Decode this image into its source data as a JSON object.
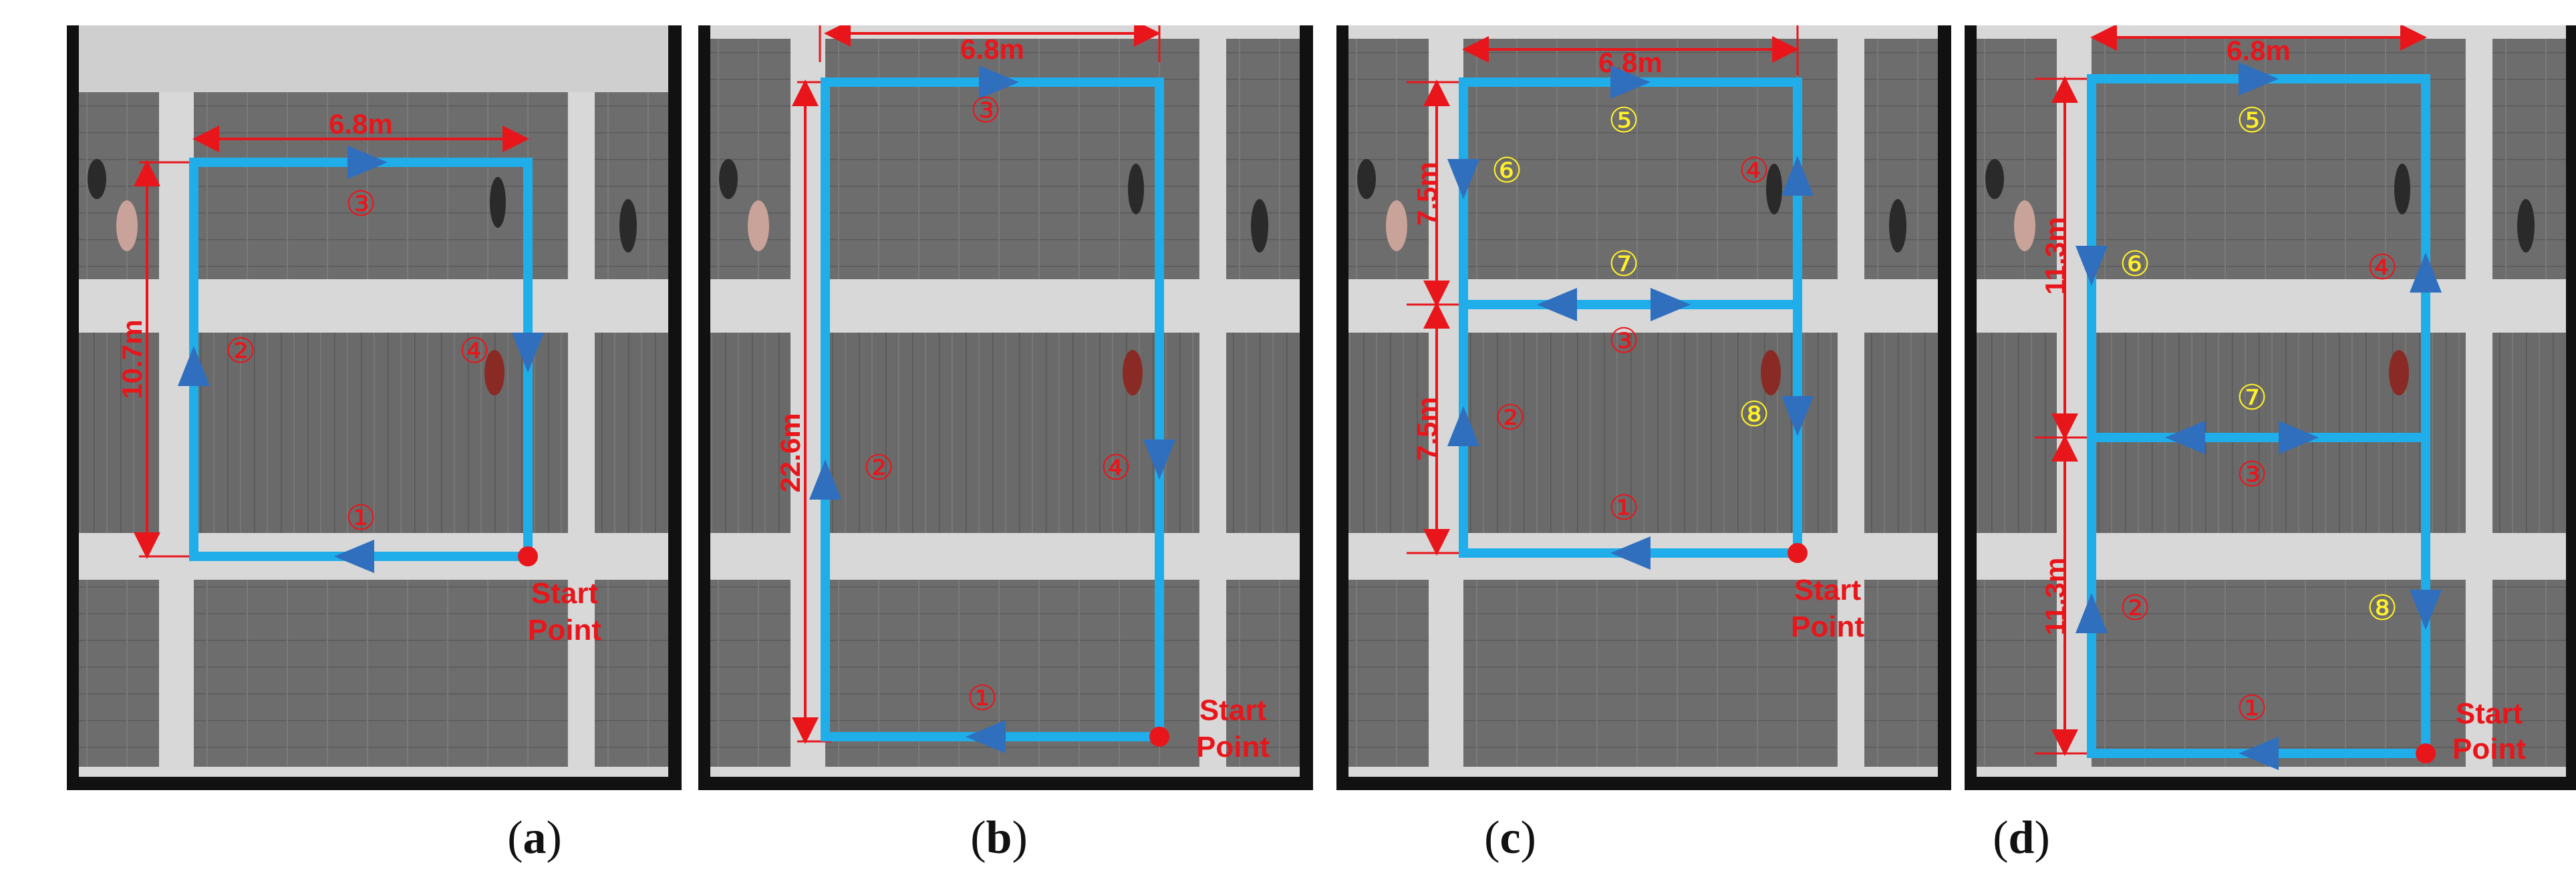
{
  "colors": {
    "path": "#1faee9",
    "arrow": "#2f6fbe",
    "marker": "#e8161b",
    "label_red": "#e8161b",
    "label_yellow": "#ffef2a"
  },
  "start_label_line1": "Start",
  "start_label_line2": "Point",
  "panels": [
    {
      "caption_open": "(",
      "caption_letter": "a",
      "caption_close": ")",
      "width_label": "6.8m",
      "height_labels": [
        "10.7m"
      ],
      "segment_labels": [
        "①",
        "②",
        "③",
        "④"
      ]
    },
    {
      "caption_open": "(",
      "caption_letter": "b",
      "caption_close": ")",
      "width_label": "6.8m",
      "height_labels": [
        "22.6m"
      ],
      "segment_labels": [
        "①",
        "②",
        "③",
        "④"
      ]
    },
    {
      "caption_open": "(",
      "caption_letter": "c",
      "caption_close": ")",
      "width_label": "6.8m",
      "height_labels": [
        "7.5m",
        "7.5m"
      ],
      "segment_labels": [
        "①",
        "②",
        "③",
        "④",
        "⑤",
        "⑥",
        "⑦",
        "⑧"
      ]
    },
    {
      "caption_open": "(",
      "caption_letter": "d",
      "caption_close": ")",
      "width_label": "6.8m",
      "height_labels": [
        "11.3m",
        "11.3m"
      ],
      "segment_labels": [
        "①",
        "②",
        "③",
        "④",
        "⑤",
        "⑥",
        "⑦",
        "⑧"
      ]
    }
  ]
}
